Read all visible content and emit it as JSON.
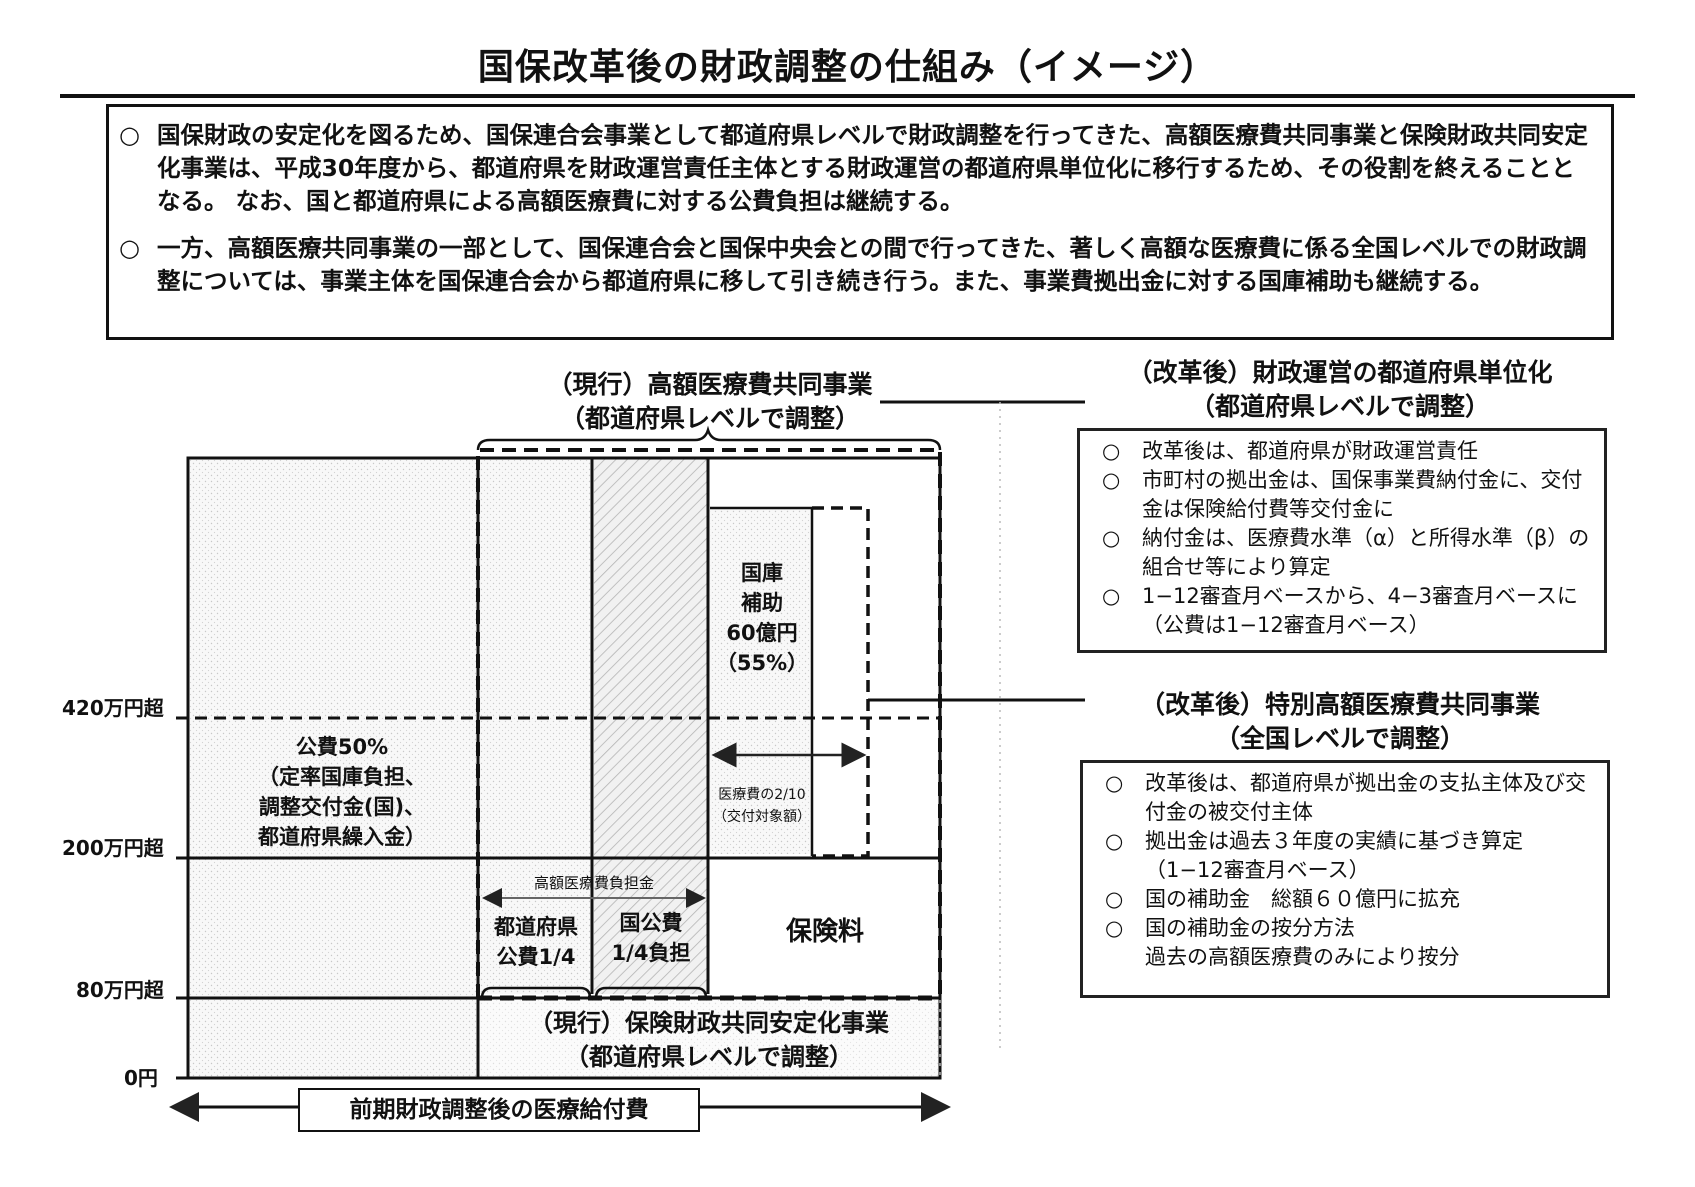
{
  "title": "国保改革後の財政調整の仕組み（イメージ）",
  "intro": {
    "bullet": "○",
    "paragraphs": [
      "国保財政の安定化を図るため、国保連合会事業として都道府県レベルで財政調整を行ってきた、高額医療費共同事業と保険財政共同安定化事業は、平成30年度から、都道府県を財政運営責任主体とする財政運営の都道府県単位化に移行するため、その役割を終えることとなる。 なお、国と都道府県による高額医療費に対する公費負担は継続する。",
      "一方、高額医療共同事業の一部として、国保連合会と国保中央会との間で行ってきた、著しく高額な医療費に係る全国レベルでの財政調整については、事業主体を国保連合会から都道府県に移して引き続き行う。また、事業費拠出金に対する国庫補助も継続する。"
    ]
  },
  "labels": {
    "current_kougaku": [
      "（現行）高額医療費共同事業",
      "（都道府県レベルで調整）"
    ],
    "current_hoken": [
      "（現行）保険財政共同安定化事業",
      "（都道府県レベルで調整）"
    ],
    "reform_prefecture": [
      "（改革後）財政運営の都道府県単位化",
      "（都道府県レベルで調整）"
    ],
    "reform_special": [
      "（改革後）特別高額医療費共同事業",
      "（全国レベルで調整）"
    ]
  },
  "reform_prefecture_box": {
    "marker": "○",
    "items": [
      "改革後は、都道府県が財政運営責任",
      "市町村の拠出金は、国保事業費納付金に、交付金は保険給付費等交付金に",
      "納付金は、医療費水準（α）と所得水準（β）の組合せ等により算定",
      "1−12審査月ベースから、4−3審査月ベースに（公費は1−12審査月ベース）"
    ]
  },
  "reform_special_box": {
    "marker": "○",
    "items": [
      "改革後は、都道府県が拠出金の支払主体及び交付金の被交付主体",
      "拠出金は過去３年度の実績に基づき算定（1−12審査月ベース）",
      "国の補助金　総額６０億円に拡充",
      "国の補助金の按分方法\n過去の高額医療費のみにより按分"
    ]
  },
  "diagram": {
    "y_levels": [
      "420万円超",
      "200万円超",
      "80万円超",
      "0円"
    ],
    "public_cost": [
      "公費50%",
      "（定率国庫負担、",
      "調整交付金(国)、",
      "都道府県繰入金）"
    ],
    "kokko_hojo": [
      "国庫",
      "補助",
      "60億円",
      "（55%）"
    ],
    "iryouhi_ratio": [
      "医療費の2/10",
      "（交付対象額）"
    ],
    "kougaku_futankin": "高額医療費負担金",
    "prefecture_share": [
      "都道府県",
      "公費1/4"
    ],
    "national_share": [
      "国公費",
      "1/4負担"
    ],
    "hokenryo": "保険料",
    "x_axis_label": "前期財政調整後の医療給付費"
  }
}
